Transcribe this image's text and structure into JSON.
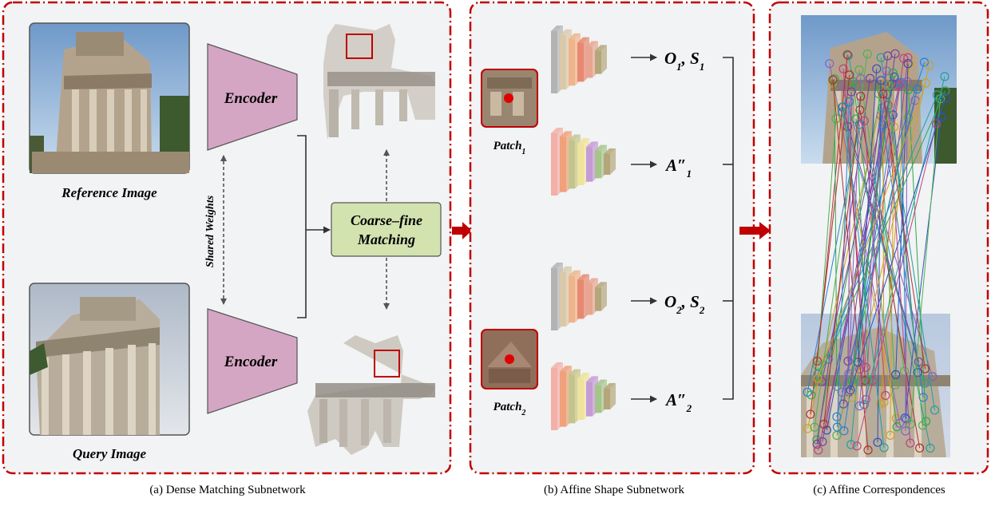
{
  "panel_a": {
    "caption": "(a) Dense Matching Subnetwork",
    "reference_label": "Reference Image",
    "query_label": "Query Image",
    "encoder_top": "Encoder",
    "encoder_bottom": "Encoder",
    "shared_weights": "Shared Weights",
    "matching_line1": "Coarse–fine",
    "matching_line2": "Matching"
  },
  "panel_b": {
    "caption": "(b) Affine Shape Subnetwork",
    "patch1": {
      "base": "Patch",
      "sub": "1"
    },
    "patch2": {
      "base": "Patch",
      "sub": "2"
    },
    "out1": {
      "o": "O",
      "o_sub": "1",
      "sep": ", ",
      "s": "S",
      "s_sub": "1"
    },
    "out2": {
      "o": "O",
      "o_sub": "2",
      "sep": ", ",
      "s": "S",
      "s_sub": "2"
    },
    "a1": {
      "base": "A″",
      "sub": "1"
    },
    "a2": {
      "base": "A″",
      "sub": "2"
    }
  },
  "panel_c": {
    "caption": "(c) Affine Correspondences"
  },
  "colors": {
    "dash_border": "#c00000",
    "panel_bg": "#f1f3f4",
    "encoder_fill": "#d5a6c4",
    "matching_fill": "#d3e3b0",
    "arrow_red": "#c00000",
    "patch_frame": "#c00000"
  }
}
